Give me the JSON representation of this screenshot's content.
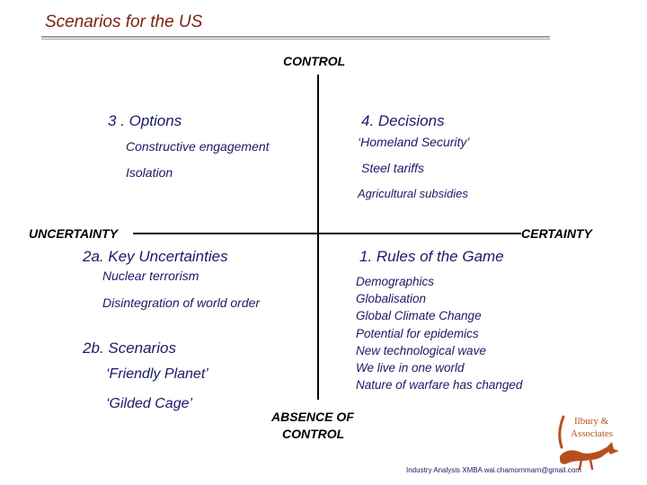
{
  "title": "Scenarios for the US",
  "axes": {
    "top": "CONTROL",
    "bottom_line1": "ABSENCE OF",
    "bottom_line2": "CONTROL",
    "left": "UNCERTAINTY",
    "right": "CERTAINTY"
  },
  "quadrants": {
    "top_left": {
      "heading": "3 . Options",
      "items": [
        "Constructive engagement",
        "Isolation"
      ]
    },
    "top_right": {
      "heading": "4. Decisions",
      "items": [
        "‘Homeland Security’",
        "Steel tariffs",
        "Agricultural subsidies"
      ]
    },
    "bottom_left": {
      "heading": "2a. Key Uncertainties",
      "items": [
        "Nuclear terrorism",
        "Disintegration of  world order"
      ],
      "sub_heading": "2b. Scenarios",
      "scenarios": [
        "‘Friendly Planet’",
        "‘Gilded Cage’"
      ]
    },
    "bottom_right": {
      "heading": "1. Rules of the Game",
      "items": [
        "Demographics",
        "Globalisation",
        "Global Climate Change",
        "Potential for epidemics",
        "New technological wave",
        "We live in one world",
        "Nature of warfare has changed"
      ]
    }
  },
  "logo": {
    "line1": "Ilbury &",
    "line2": "Associates",
    "icon": "fox-logo"
  },
  "footer": "Industry Analysis XMBA wai.chamornmarn@gmail.com",
  "colors": {
    "title": "#7a2410",
    "text": "#1a1a66",
    "axis": "#000000",
    "logo": "#b5501e"
  }
}
